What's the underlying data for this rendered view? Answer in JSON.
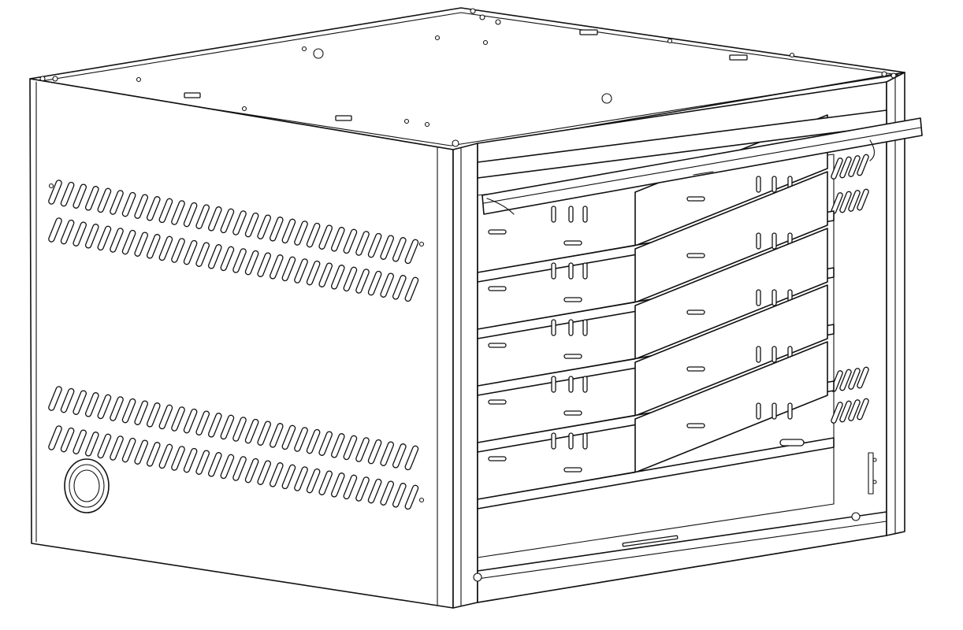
{
  "colors": {
    "background": "#ffffff",
    "line": "#111111"
  },
  "cabinet": {
    "shelf_count": 5,
    "side_vent_rows": 4,
    "back_vent_groups": 2
  }
}
